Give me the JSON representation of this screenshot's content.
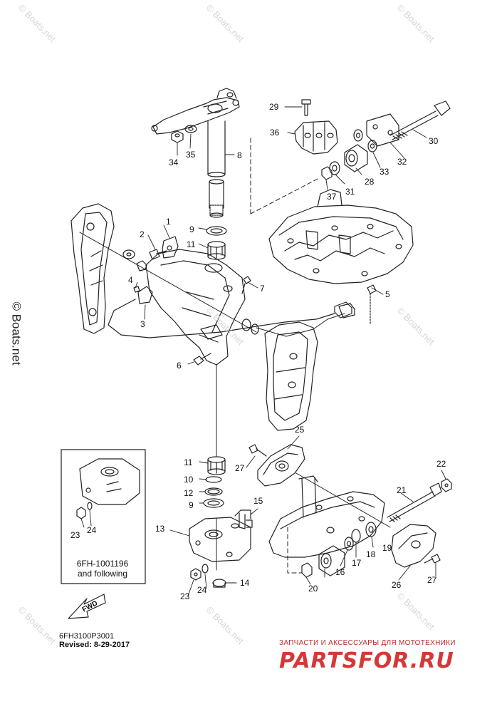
{
  "diagram_code": "6FH3100P3001",
  "revised": "Revised: 8-29-2017",
  "inset_caption": [
    "6FH-1001196",
    "and following"
  ],
  "fwd_label": "FWD",
  "watermark_text": "© Boats.net",
  "side_watermark": "© Boats.net",
  "ad_banner": {
    "tagline": "ЗАПЧАСТИ И АКСЕССУАРЫ ДЛЯ МОТОТЕХНИКИ",
    "logo": "PARTSFOR.RU"
  },
  "callouts": [
    "1",
    "2",
    "3",
    "4",
    "5",
    "6",
    "7",
    "8",
    "9",
    "11",
    "10",
    "11",
    "12",
    "9",
    "13",
    "14",
    "15",
    "21",
    "22",
    "23",
    "24",
    "23",
    "24",
    "25",
    "26",
    "27",
    "27",
    "28",
    "29",
    "30",
    "31",
    "32",
    "33",
    "34",
    "35",
    "36",
    "37",
    "16",
    "17",
    "18",
    "19",
    "20"
  ],
  "colors": {
    "line": "#222222",
    "watermark": "#d7d7d7",
    "ad_red": "#d63838"
  }
}
